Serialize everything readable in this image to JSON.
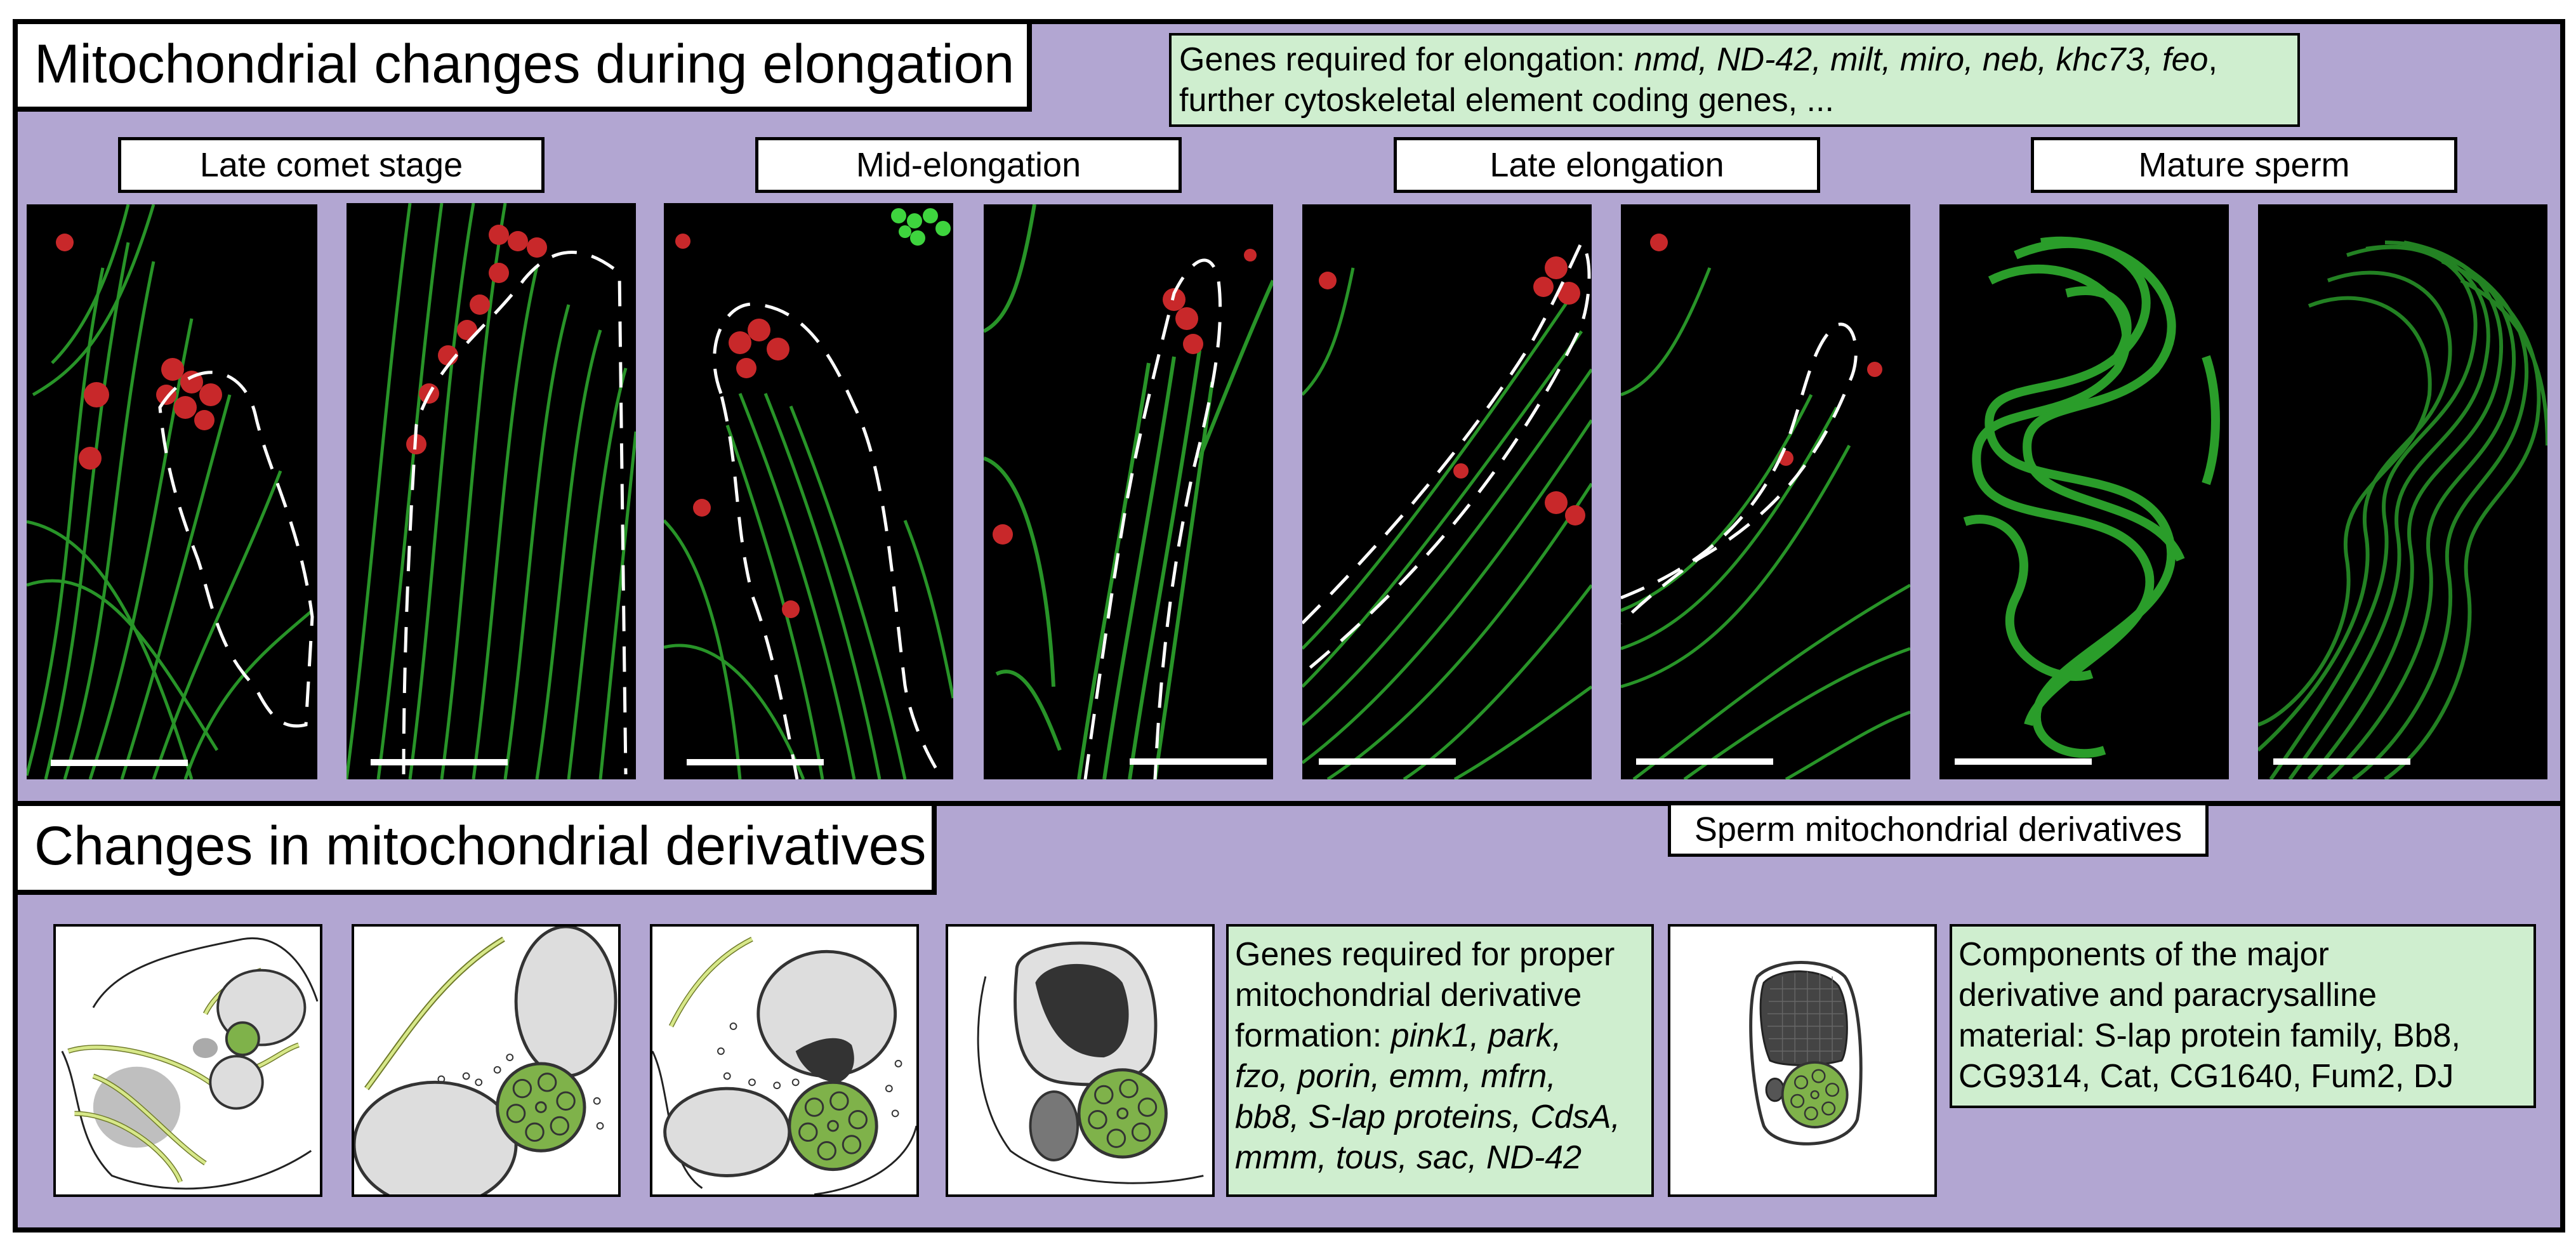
{
  "top_panel": {
    "title": "Mitochondrial changes during elongation",
    "genes_box": {
      "line1_prefix": "Genes required for elongation: ",
      "line1_genes": "nmd, ND-42, milt, miro, neb, khc73, feo",
      "line1_suffix": ",",
      "line2": "further cytoskeletal element coding genes, ..."
    },
    "stages": [
      "Late comet stage",
      "Mid-elongation",
      "Late elongation",
      "Mature sperm"
    ]
  },
  "bottom_panel": {
    "title": "Changes in mitochondrial derivatives",
    "sperm_label": "Sperm mitochondrial derivatives",
    "genes_box": {
      "lines": [
        {
          "text": "Genes required for proper",
          "italic": false
        },
        {
          "text": "mitochondrial derivative",
          "italic": false
        },
        {
          "prefix": "formation: ",
          "italic_part": "pink1, park,"
        },
        {
          "italic_part": "fzo, porin,  emm, mfrn,"
        },
        {
          "italic_part": "bb8, S-lap proteins, CdsA,"
        },
        {
          "italic_part": "mmm, tous, sac, ND-42"
        }
      ]
    },
    "components_box": {
      "lines": [
        "Components of the major",
        "derivative and paracrysalline",
        "material: S-lap protein family, Bb8,",
        "CG9314, Cat, CG1640, Fum2, DJ"
      ]
    }
  },
  "colors": {
    "panel_bg": "#b2a6d2",
    "gene_box_bg": "#cfeecf",
    "micrograph_green": "#2fae2f",
    "micrograph_red": "#c8282a"
  }
}
